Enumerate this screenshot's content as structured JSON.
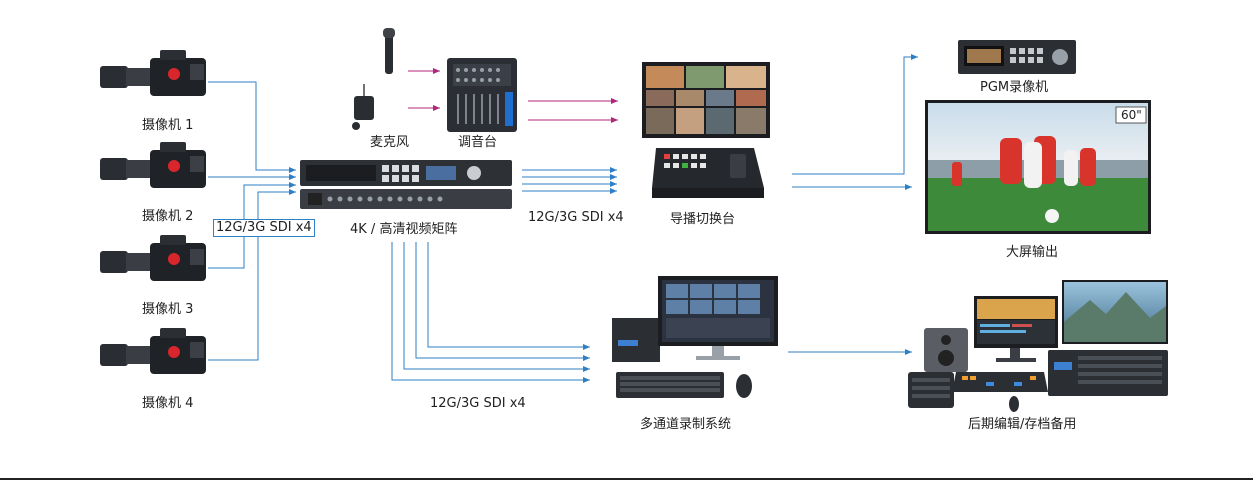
{
  "cameras": [
    {
      "label": "摄像机 1"
    },
    {
      "label": "摄像机 2"
    },
    {
      "label": "摄像机 3"
    },
    {
      "label": "摄像机 4"
    }
  ],
  "labels": {
    "camera_link": "12G/3G SDI x4",
    "mic": "麦克风",
    "mixer": "调音台",
    "matrix": "4K / 高清视频矩阵",
    "switcher_link": "12G/3G SDI x4",
    "switcher": "导播切换台",
    "recorder": "PGM录像机",
    "big_screen": "大屏输出",
    "recording_link": "12G/3G SDI x4",
    "recording_system": "多通道录制系统",
    "post_edit": "后期编辑/存档备用",
    "screen_badge": "60\""
  },
  "colors": {
    "video_line": "#2f7fc6",
    "audio_line": "#b0267a",
    "device_dark": "#1f2226",
    "screen_sky": "#8fb8d8",
    "pitch": "#3d8a3a"
  }
}
